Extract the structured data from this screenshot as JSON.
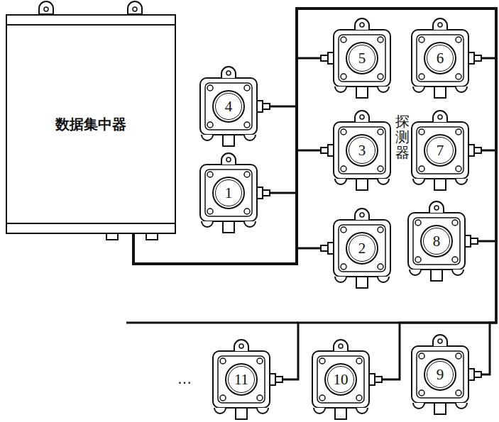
{
  "diagram": {
    "nodes": [
      {
        "text": [
          "数据集中器"
        ]
      },
      {
        "text": [
          "5"
        ]
      },
      {
        "text": [
          "6"
        ]
      },
      {
        "text": [
          "4"
        ]
      },
      {
        "text": [
          "3"
        ]
      },
      {
        "text": [
          "7"
        ]
      },
      {
        "text": [
          "1"
        ]
      },
      {
        "text": [
          "8"
        ]
      },
      {
        "text": [
          "2"
        ]
      },
      {
        "text": [
          "11"
        ]
      },
      {
        "text": [
          "10"
        ]
      },
      {
        "text": [
          "9"
        ]
      }
    ],
    "edges": [
      {
        "from": 0,
        "to": 1,
        "arrow": "none"
      },
      {
        "from": 0,
        "to": 2,
        "arrow": "none"
      },
      {
        "from": 0,
        "to": 3,
        "arrow": "none"
      },
      {
        "from": 0,
        "to": 4,
        "arrow": "none"
      },
      {
        "from": 0,
        "to": 5,
        "arrow": "none"
      },
      {
        "from": 0,
        "to": 6,
        "arrow": "none"
      },
      {
        "from": 0,
        "to": 7,
        "arrow": "none"
      },
      {
        "from": 0,
        "to": 8,
        "arrow": "none"
      },
      {
        "from": 0,
        "to": 9,
        "arrow": "none"
      },
      {
        "from": 0,
        "to": 10,
        "arrow": "none"
      },
      {
        "from": 0,
        "to": 11,
        "arrow": "none"
      }
    ],
    "labels": [
      "探测器",
      "…"
    ]
  }
}
